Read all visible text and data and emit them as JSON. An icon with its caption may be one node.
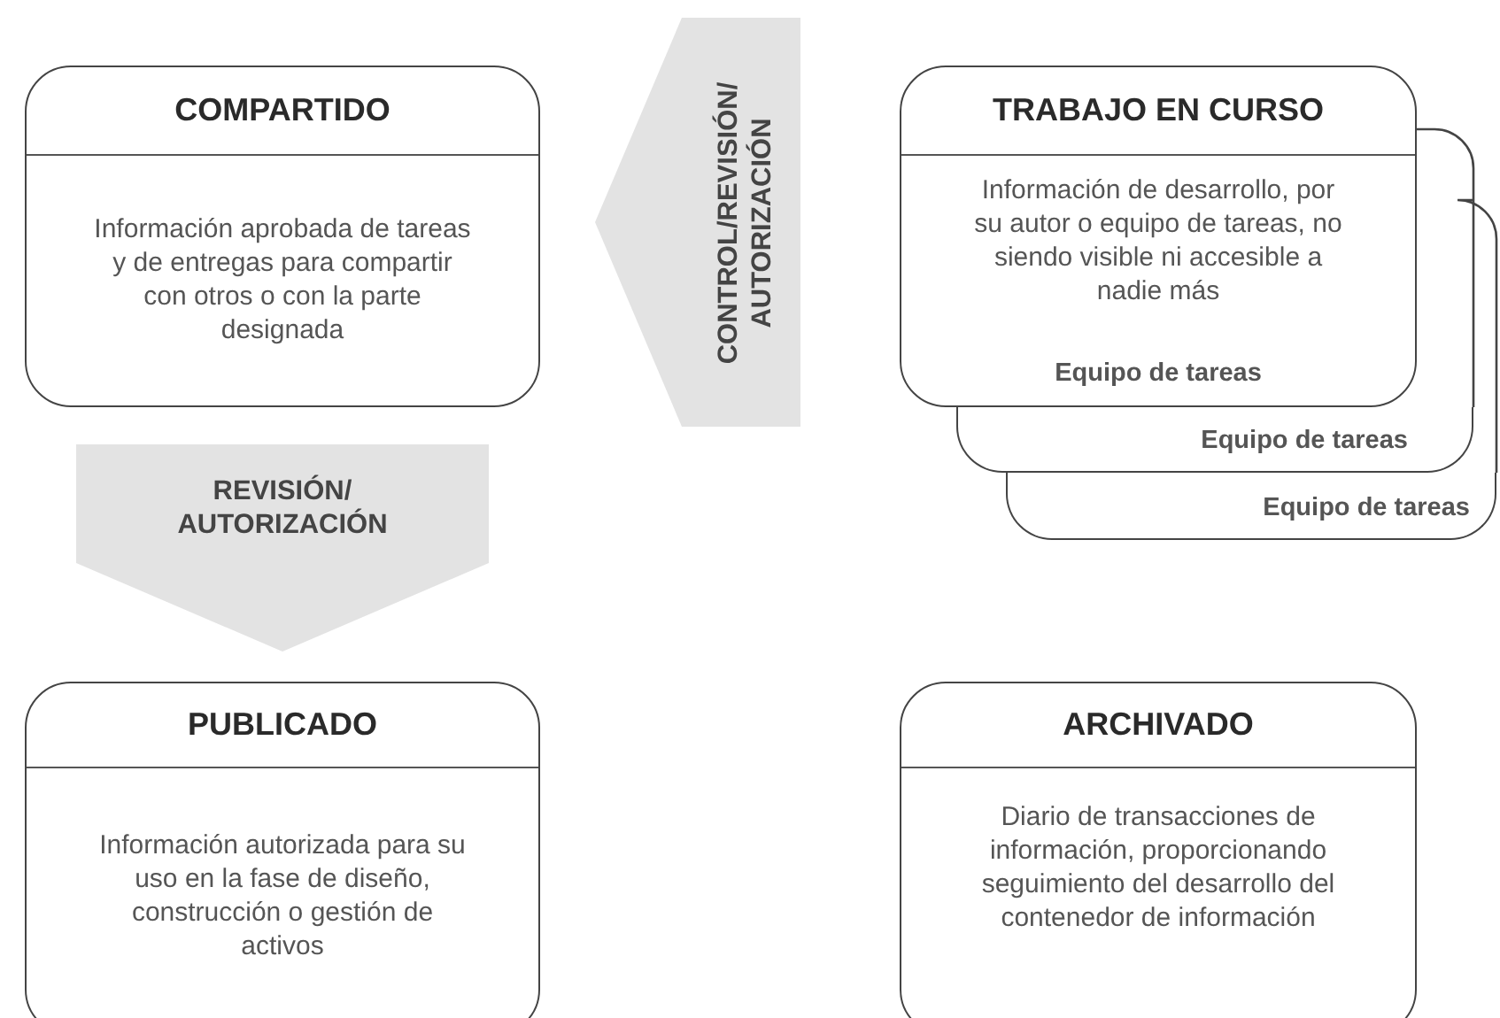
{
  "diagram": {
    "nodes": [
      {
        "text": [
          "COMPARTIDO",
          "Información aprobada de tareas y de entregas para compartir con otros o con la parte designada"
        ]
      },
      {
        "text": [
          "TRABAJO EN CURSO",
          "Información de desarrollo, por su autor o equipo de tareas, no siendo visible ni accesible a nadie más",
          "Equipo de tareas"
        ]
      },
      {
        "text": [
          "Equipo de tareas"
        ]
      },
      {
        "text": [
          "Equipo de tareas"
        ]
      },
      {
        "text": [
          "PUBLICADO",
          "Información autorizada para su uso en la fase de diseño, construcción o gestión de activos"
        ]
      },
      {
        "text": [
          "ARCHIVADO",
          "Diario de transacciones de información, proporcionando seguimiento del desarrollo del contenedor de información"
        ]
      }
    ],
    "edges": [
      {
        "from": 1,
        "to": 0,
        "arrow": "to",
        "label": "CONTROL/REVISIÓN/ AUTORIZACIÓN",
        "style": "thick"
      },
      {
        "from": 0,
        "to": 4,
        "arrow": "to",
        "label": "REVISIÓN/ AUTORIZACIÓN",
        "style": "thick"
      }
    ]
  }
}
